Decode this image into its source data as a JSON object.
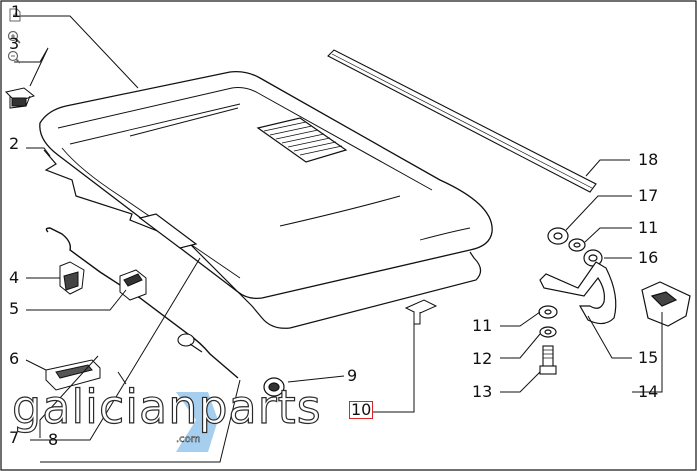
{
  "diagram": {
    "labels": {
      "n1": "1",
      "n2": "2",
      "n3": "3",
      "n4": "4",
      "n5": "5",
      "n6": "6",
      "n7": "7",
      "n8": "8",
      "n9": "9",
      "n10": "10",
      "n11a": "11",
      "n11b": "11",
      "n12": "12",
      "n13": "13",
      "n14": "14",
      "n15": "15",
      "n16": "16",
      "n17": "17",
      "n18": "18"
    },
    "selected_label": "10"
  },
  "watermark": {
    "logo_text": "galicianparts",
    "logo_suffix": ".com",
    "colors": {
      "text_outline": "#2b2b2b",
      "accent": "#9cc9ec"
    }
  },
  "viewer_tools": [
    "fit-to-page-icon",
    "zoom-in-icon",
    "zoom-out-icon"
  ],
  "colors": {
    "line": "#111111",
    "highlight": "#d62828",
    "background": "#ffffff"
  }
}
